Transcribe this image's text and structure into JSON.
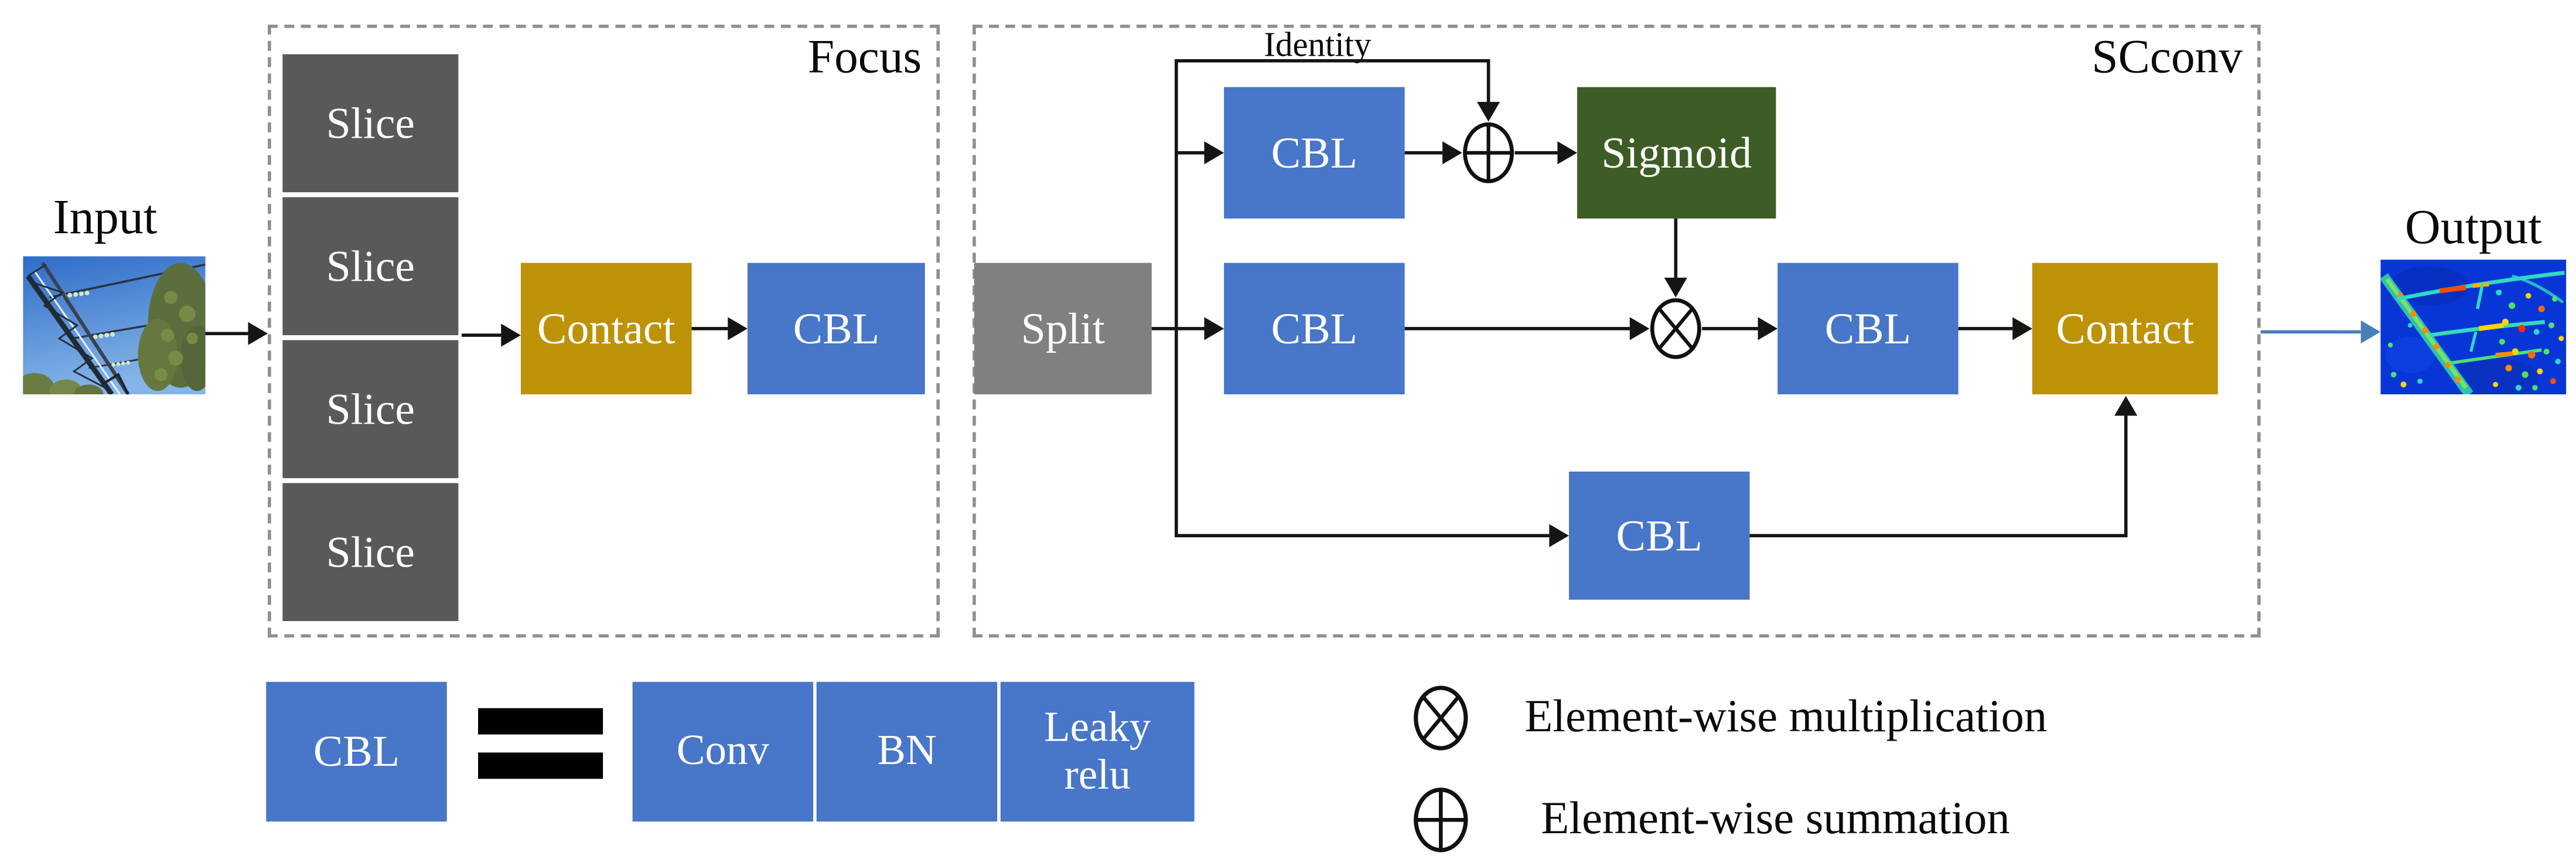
{
  "labels": {
    "input": "Input",
    "output": "Output",
    "identity": "Identity"
  },
  "focus": {
    "title": "Focus",
    "slice": "Slice",
    "contact": "Contact",
    "cbl": "CBL"
  },
  "scconv": {
    "title": "SCconv",
    "split": "Split",
    "cbl": "CBL",
    "sigmoid": "Sigmoid",
    "contact": "Contact"
  },
  "legend": {
    "cbl": "CBL",
    "equals_symbol": "=",
    "conv": "Conv",
    "bn": "BN",
    "leaky_relu": "Leaky relu",
    "multiplication_symbol": "circle-times",
    "multiplication": "Element-wise multiplication",
    "summation_symbol": "circle-plus",
    "summation": "Element-wise summation"
  },
  "colors": {
    "block_blue": "#4876C8",
    "slice_dark_gray": "#595959",
    "split_gray": "#808080",
    "contact_gold": "#BD9206",
    "sigmoid_green": "#3E5D26",
    "arrow_black": "#151515",
    "output_arrow_blue": "#4A7EBB",
    "dashed_border_gray": "#8F8F8F"
  }
}
